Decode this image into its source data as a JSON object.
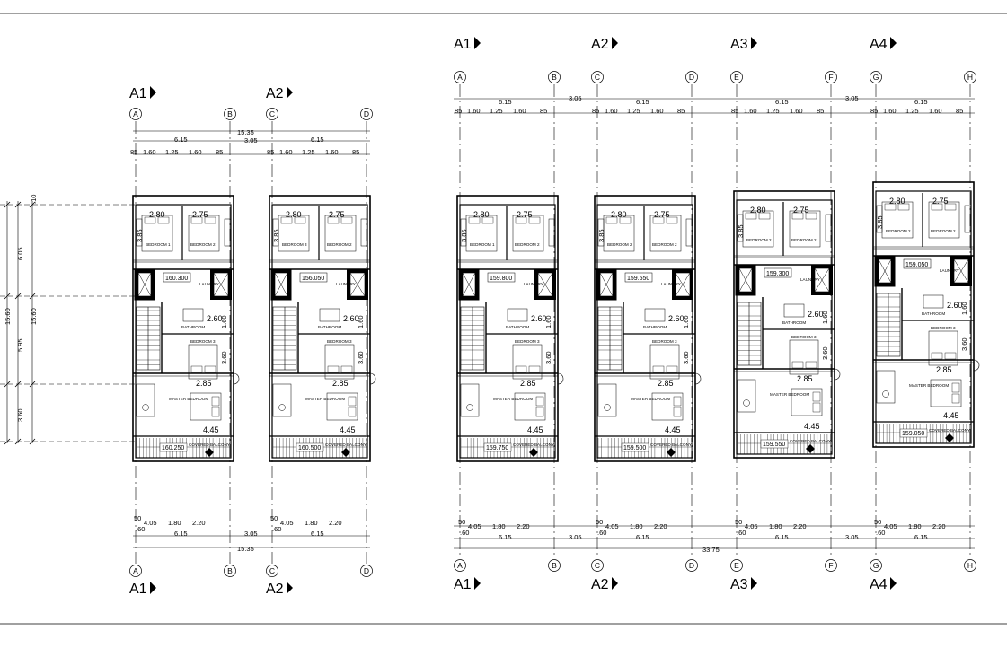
{
  "drawing": {
    "overall_width_left": "15.35",
    "overall_width_right": "33.75",
    "left_height_dims": {
      "side": "15.60",
      "inner": "15.60",
      "seg_top_tiny": ".10",
      "seg_upper": "6.05",
      "seg_middle": "5.95",
      "seg_lower": "3.60"
    },
    "units": [
      {
        "section": "A1",
        "grid_left": "A",
        "grid_right": "B",
        "bedroom_left": "BEDROOM 1",
        "bedroom_right": "BEDROOM 2",
        "level": "160.300",
        "balcony_level": "160.250",
        "room_mid_left": "LAUNDRY",
        "room_mid_right": "BATHROOM"
      },
      {
        "section": "A2",
        "grid_left": "C",
        "grid_right": "D",
        "bedroom_left": "BEDROOM 3",
        "bedroom_right": "BEDROOM 2",
        "level": "156.050",
        "balcony_level": "160.500",
        "room_mid_left": "LAUNDRY",
        "room_mid_right": "BATHROOM"
      },
      {
        "section": "A1",
        "grid_left": "A",
        "grid_right": "B",
        "bedroom_left": "BEDROOM 1",
        "bedroom_right": "BEDROOM 2",
        "level": "159.800",
        "balcony_level": "159.750",
        "room_mid_left": "LAUNDRY",
        "room_mid_right": "BATHROOM"
      },
      {
        "section": "A2",
        "grid_left": "C",
        "grid_right": "D",
        "bedroom_left": "BEDROOM 2",
        "bedroom_right": "BEDROOM 2",
        "level": "159.550",
        "balcony_level": "159.500",
        "room_mid_left": "LAUNDRY",
        "room_mid_right": "BATHROOM"
      },
      {
        "section": "A3",
        "grid_left": "E",
        "grid_right": "F",
        "bedroom_left": "BEDROOM 2",
        "bedroom_right": "BEDROOM 2",
        "level": "159.300",
        "balcony_level": "159.550",
        "room_mid_left": "LAUNDRY",
        "room_mid_right": "BATHROOM"
      },
      {
        "section": "A4",
        "grid_left": "G",
        "grid_right": "H",
        "bedroom_left": "BEDROOM 2",
        "bedroom_right": "BEDROOM 2",
        "level": "159.050",
        "balcony_level": "159.050",
        "room_mid_left": "LAUNDRY",
        "room_mid_right": "BATHROOM"
      }
    ],
    "unit_width": "6.15",
    "gap_width": "3.05",
    "top_chain": [
      "85",
      "1.60",
      "1.25",
      "1.60",
      "85"
    ],
    "bottom_chain": [
      "50",
      "4.05",
      "1.80",
      "2.20"
    ],
    "bottom_tiny": ".60",
    "room_dims": {
      "bed_left": "2.80",
      "bed_right": "2.75",
      "bed_depth": "3.85",
      "bath_w": "2.60",
      "bath_d": "1.60",
      "bed3_w": "2.85",
      "bed3_d": "3.60",
      "master_w": "4.45"
    },
    "room_labels": {
      "bedroom3": "BEDROOM 3",
      "master": "MASTER BEDROOM",
      "balcony": "COVERED BALCONY"
    }
  }
}
